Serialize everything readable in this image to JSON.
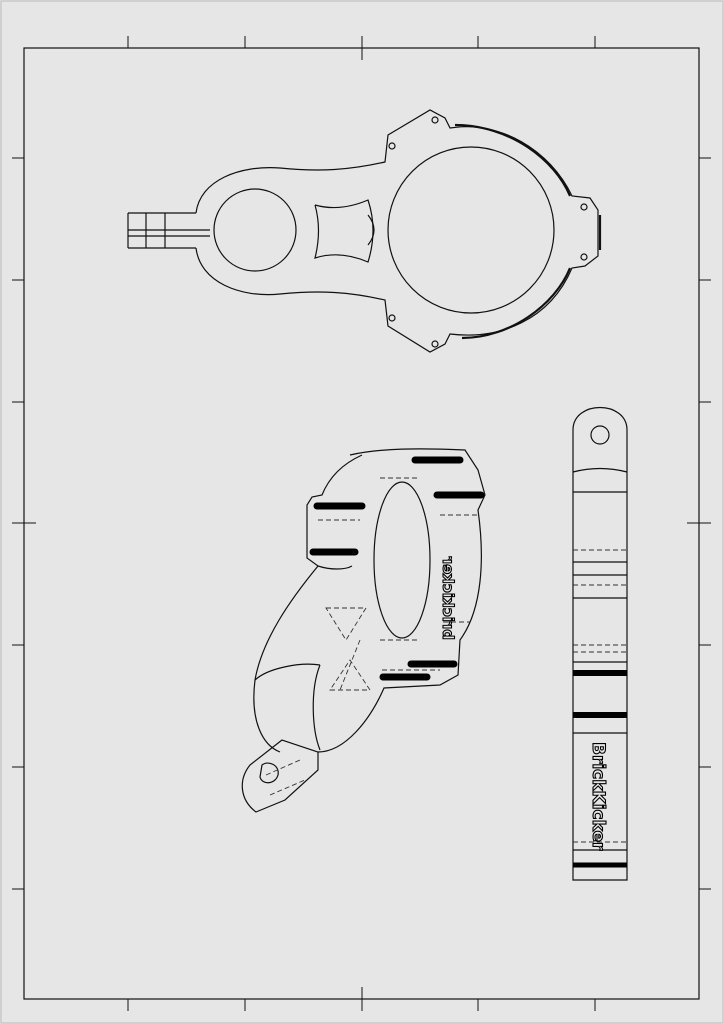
{
  "drawing": {
    "background_color": "#e6e6e6",
    "line_color": "#111111",
    "views": [
      "top-view",
      "isometric-view",
      "side-view"
    ],
    "logo_text": "BrickKicker"
  }
}
